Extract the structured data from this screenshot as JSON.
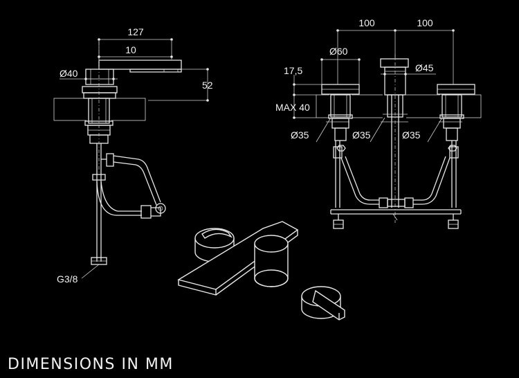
{
  "footer": {
    "title": "DIMENSIONS IN MM"
  },
  "left_view": {
    "dims": {
      "width": "127",
      "lever": "10",
      "body_diameter": "Ø40",
      "height": "52",
      "inlet": "G3/8"
    }
  },
  "right_view": {
    "dims": {
      "spacing_left": "100",
      "spacing_right": "100",
      "handle_diameter": "Ø60",
      "spout_diameter": "Ø45",
      "handle_height": "17,5",
      "max_thickness": "MAX 40",
      "hole_left": "Ø35",
      "hole_center": "Ø35",
      "hole_right": "Ø35"
    }
  },
  "colors": {
    "background": "#000000",
    "lines": "#e8e8e8"
  }
}
